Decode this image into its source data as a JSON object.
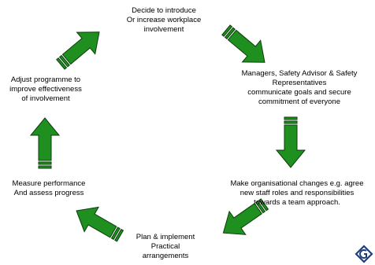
{
  "cycle": {
    "steps": [
      {
        "lines": [
          "Decide to introduce",
          "Or increase workplace",
          "involvement"
        ]
      },
      {
        "lines": [
          "Managers, Safety Advisor & Safety",
          "Representatives",
          "communicate goals and secure",
          "commitment of everyone"
        ]
      },
      {
        "lines": [
          "Make organisational changes e.g. agree",
          "new staff roles and responsibilities",
          "towards a team approach."
        ]
      },
      {
        "lines": [
          "Plan & implement",
          "Practical",
          "arrangements"
        ]
      },
      {
        "lines": [
          "Measure performance",
          "And assess progress"
        ]
      },
      {
        "lines": [
          "Adjust programme to",
          "improve effectiveness",
          "of involvement"
        ]
      }
    ]
  },
  "colors": {
    "arrow_fill": "#1f8f1f",
    "arrow_stroke": "#0d3d0d",
    "logo": "#1f3f7a"
  },
  "logo": {
    "icon": "corner-logo-icon"
  }
}
